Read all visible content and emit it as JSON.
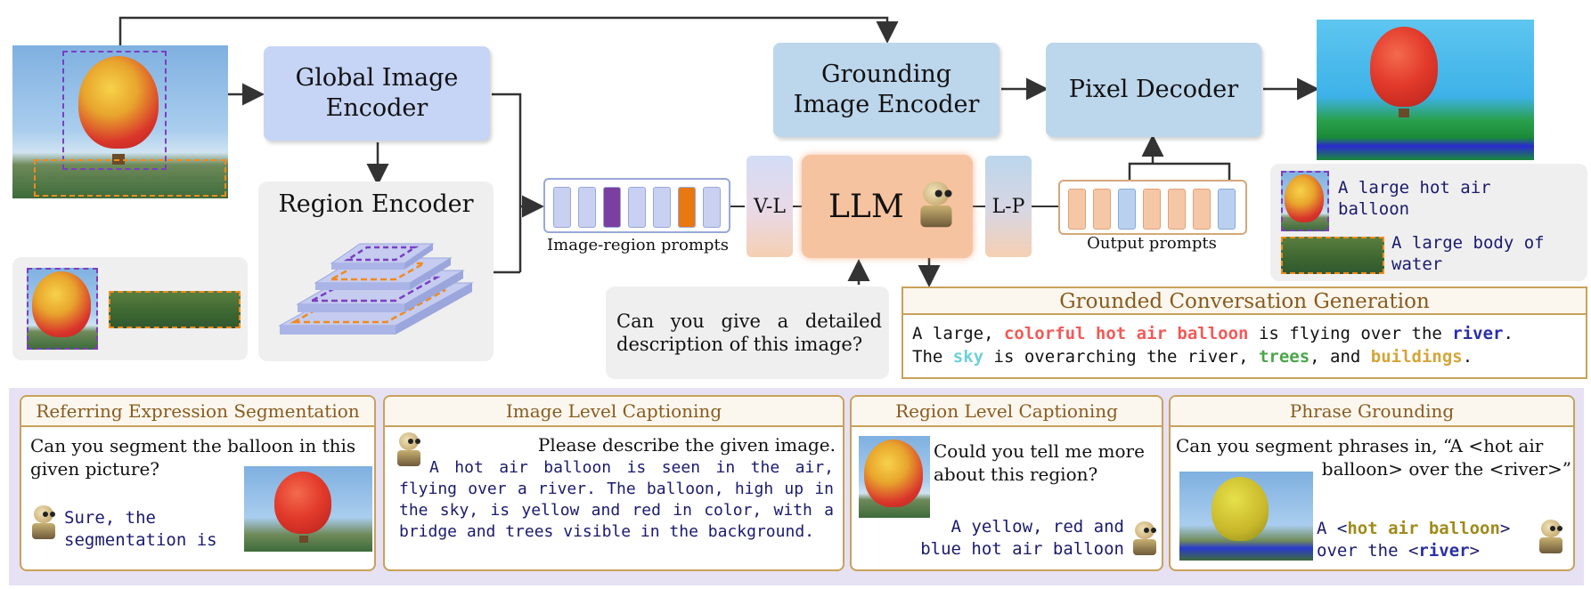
{
  "diagram": {
    "global_image_encoder": "Global Image\nEncoder",
    "region_encoder": "Region Encoder",
    "grounding_image_encoder": "Grounding\nImage Encoder",
    "pixel_decoder": "Pixel Decoder",
    "vl_label": "V-L",
    "llm_label": "LLM",
    "lp_label": "L-P",
    "image_region_prompts": "Image-region prompts",
    "output_prompts": "Output prompts",
    "user_question": "Can you give a detailed description of this image?",
    "legend": [
      {
        "text": "A large hot air balloon",
        "color": "#7a3fc0"
      },
      {
        "text": "A large body of water",
        "color": "#f08a1d"
      }
    ],
    "gcg": {
      "title": "Grounded Conversation Generation",
      "segments": [
        {
          "text": "A large, ",
          "style": "plain"
        },
        {
          "text": "colorful hot air balloon",
          "style": "bold",
          "color": "#f25a57"
        },
        {
          "text": " is flying over the ",
          "style": "plain"
        },
        {
          "text": "river",
          "style": "bold",
          "color": "#2a2ea8"
        },
        {
          "text": ".",
          "style": "plain"
        },
        {
          "text": "The ",
          "style": "plain"
        },
        {
          "text": "sky",
          "style": "bold",
          "color": "#6fd0d9"
        },
        {
          "text": " is overarching the river, ",
          "style": "plain"
        },
        {
          "text": "trees",
          "style": "bold",
          "color": "#4aa64a"
        },
        {
          "text": ", and ",
          "style": "plain"
        },
        {
          "text": "buildings",
          "style": "bold",
          "color": "#d6a53a"
        },
        {
          "text": ".",
          "style": "plain"
        }
      ]
    },
    "token_colors": {
      "input": [
        "#c9d1f2",
        "#c9d1f2",
        "#7a3fa0",
        "#c9d1f2",
        "#c9d1f2",
        "#e8780f",
        "#c9d1f2"
      ],
      "output": [
        "#f6c7a6",
        "#f6c7a6",
        "#b9d1ef",
        "#f6c7a6",
        "#f6c7a6",
        "#f6c7a6",
        "#b9d1ef"
      ]
    }
  },
  "tasks": {
    "res": {
      "title": "Referring Expression Segmentation",
      "question": "Can you segment the balloon in this given picture?",
      "answer_line1": "Sure, the",
      "answer_line2": "segmentation is"
    },
    "ilc": {
      "title": "Image Level Captioning",
      "question": "Please describe the given image.",
      "answer": "A hot air balloon is seen in the air, flying over a river. The balloon, high up in the sky, is yellow and red in color, with a bridge and trees visible in the background."
    },
    "rlc": {
      "title": "Region Level Captioning",
      "question": "Could you tell me more about this region?",
      "answer_line1": "A yellow, red and",
      "answer_line2": "blue hot air balloon"
    },
    "pg": {
      "title": "Phrase Grounding",
      "question_line1": "Can you segment phrases in, “A <hot air",
      "question_line2": "balloon> over the <river>”",
      "answer_a": "A <",
      "answer_phrase1": "hot air balloon",
      "answer_b": ">",
      "answer_c": "over the <",
      "answer_phrase2": "river",
      "answer_d": ">"
    }
  }
}
